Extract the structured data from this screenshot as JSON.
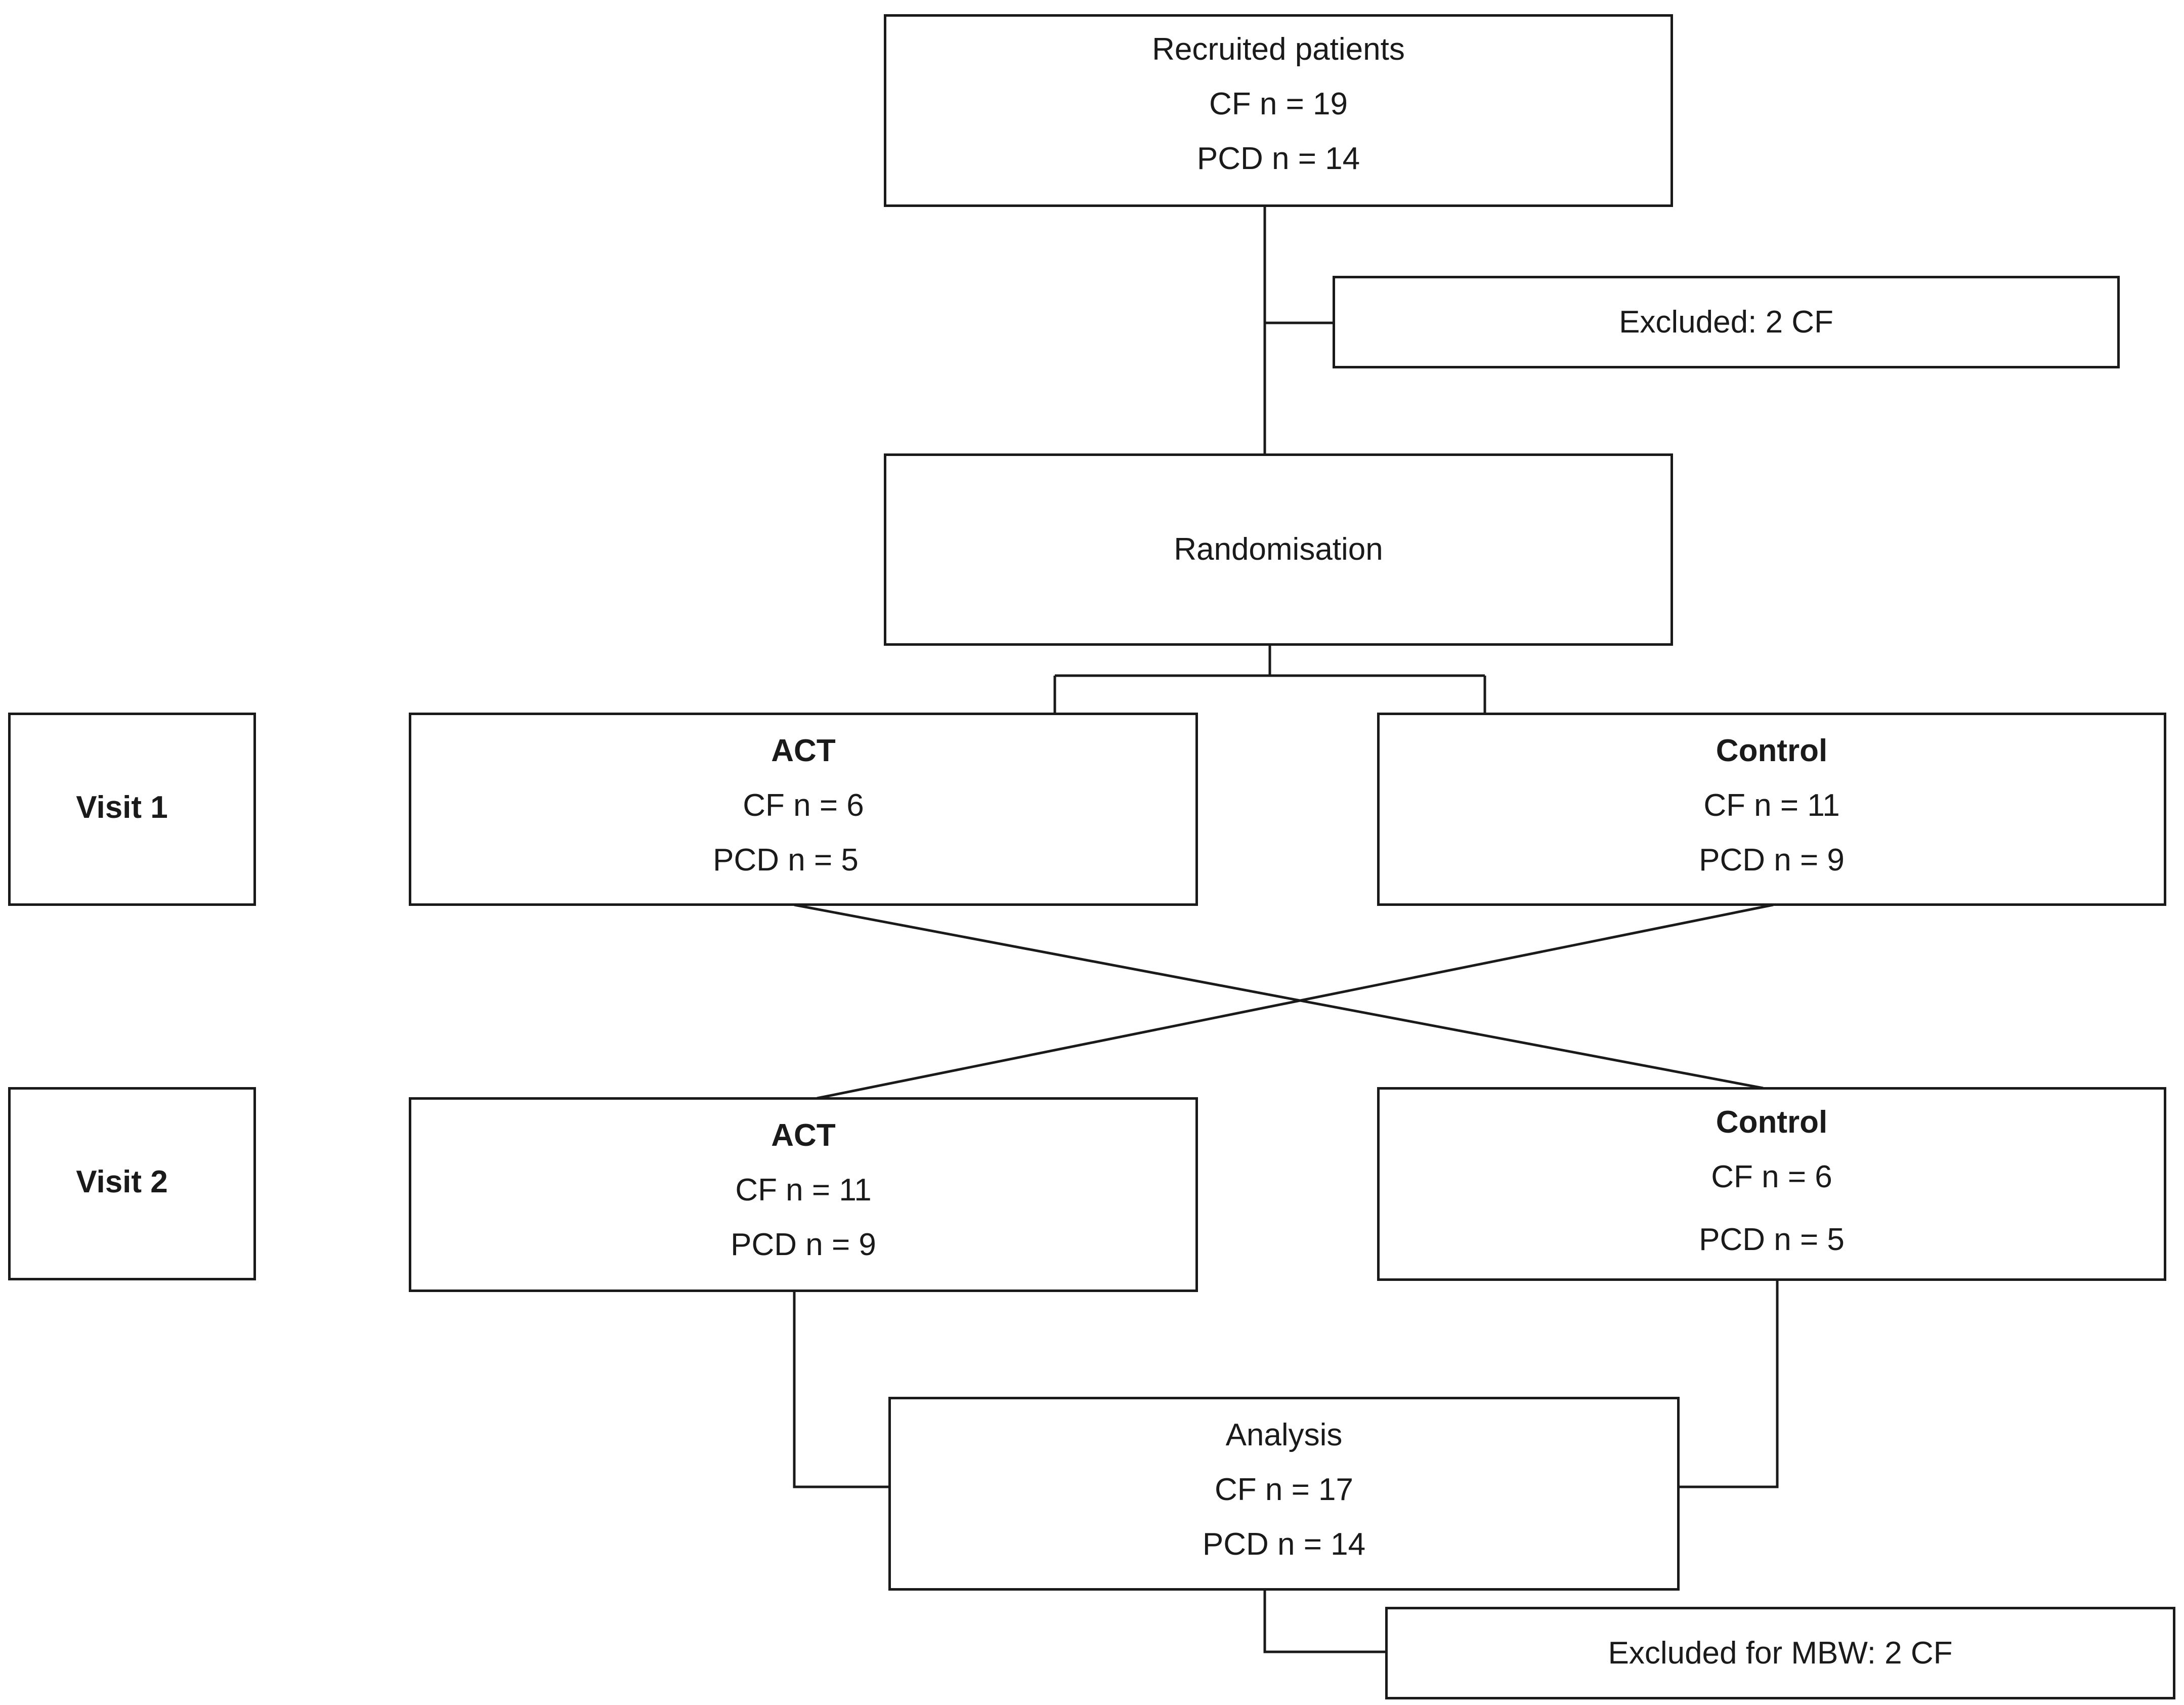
{
  "recruited": {
    "title": "Recruited patients",
    "cf": "CF n = 19",
    "pcd": "PCD n = 14"
  },
  "excluded_initial": {
    "label": "Excluded: 2 CF"
  },
  "randomisation": {
    "label": "Randomisation"
  },
  "visit1": {
    "label": "Visit 1",
    "act": {
      "title": "ACT",
      "cf": "CF n = 6",
      "pcd": "PCD n = 5"
    },
    "control": {
      "title": "Control",
      "cf": "CF n = 11",
      "pcd": "PCD n = 9"
    }
  },
  "visit2": {
    "label": "Visit 2",
    "act": {
      "title": "ACT",
      "cf": "CF n = 11",
      "pcd": "PCD n = 9"
    },
    "control": {
      "title": "Control",
      "cf": "CF n = 6",
      "pcd": "PCD n = 5"
    }
  },
  "analysis": {
    "title": "Analysis",
    "cf": "CF n = 17",
    "pcd": "PCD n = 14"
  },
  "excluded_mbw": {
    "label": "Excluded for MBW: 2 CF"
  }
}
